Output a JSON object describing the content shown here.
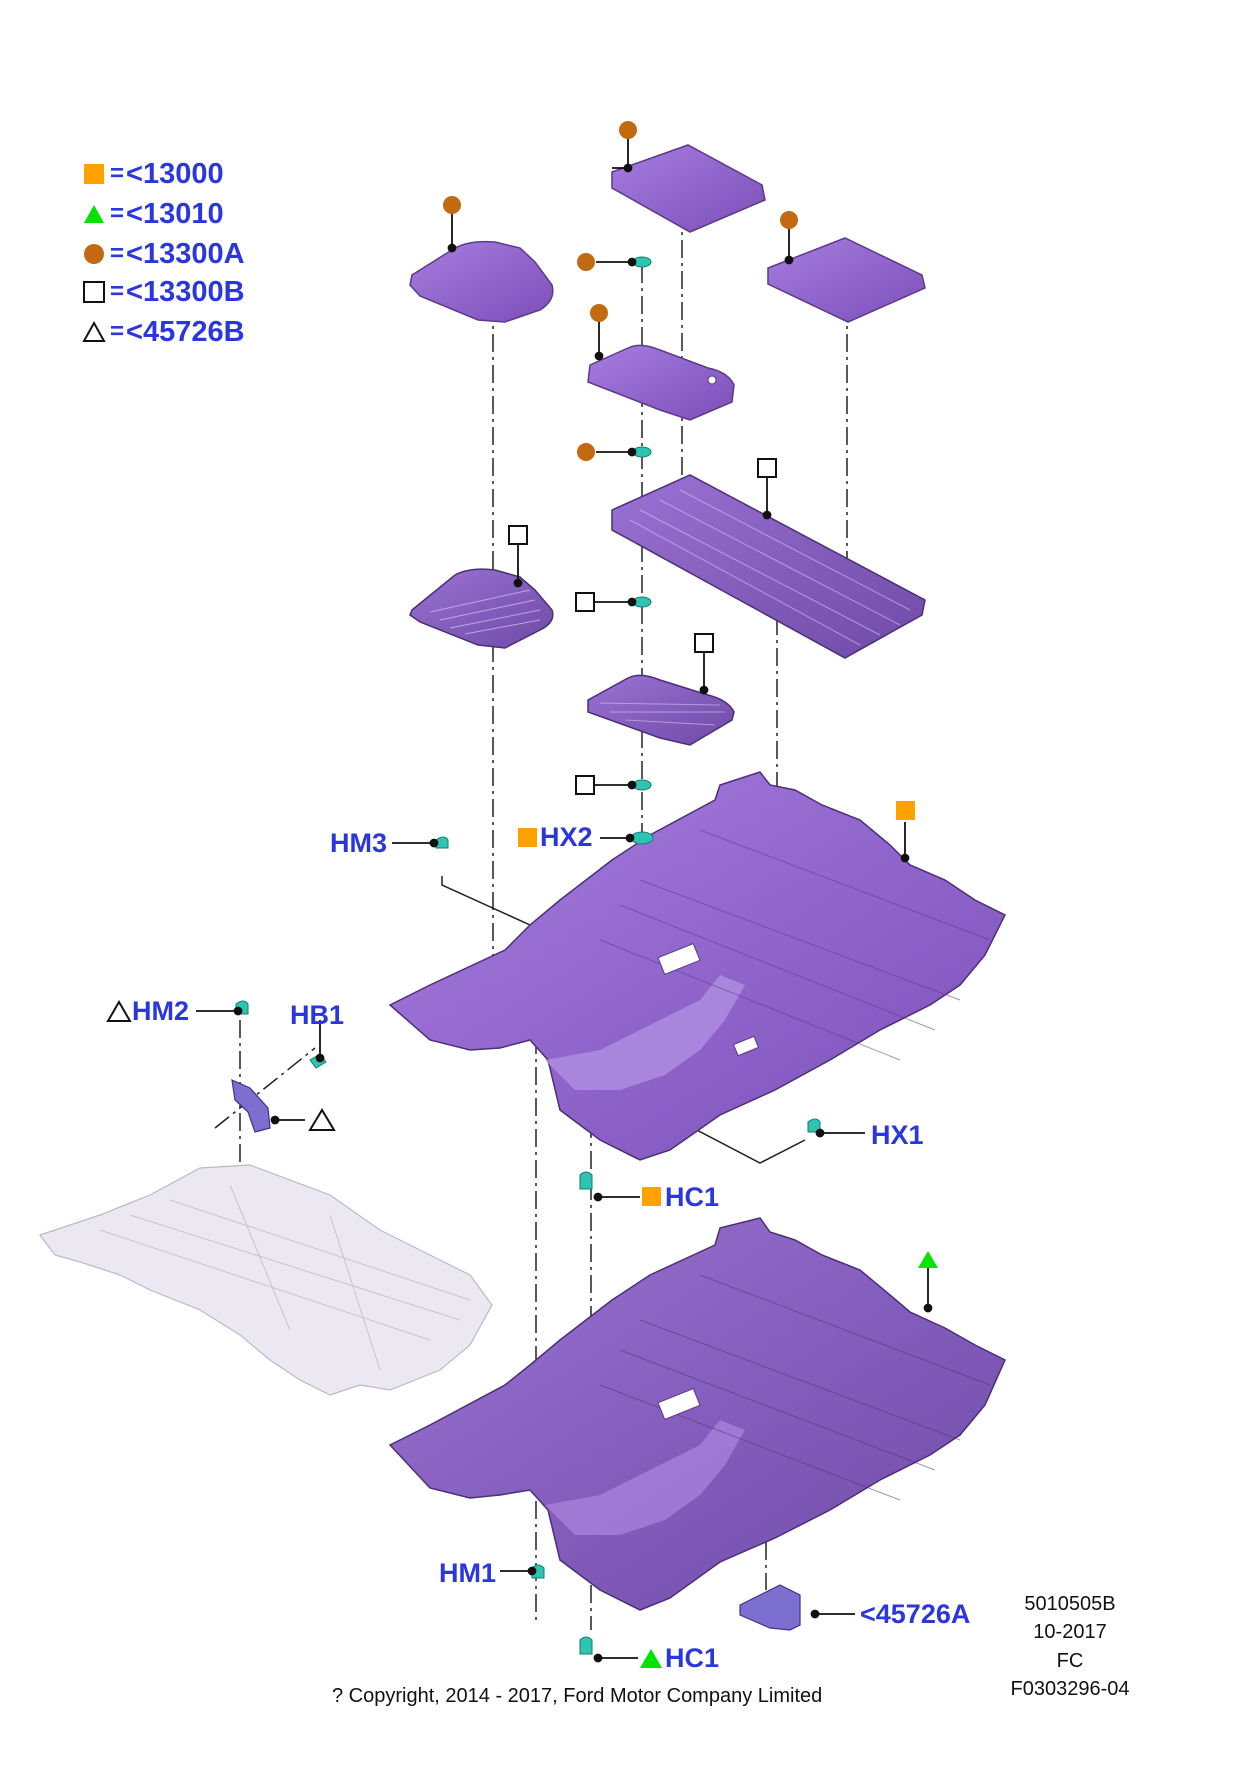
{
  "legend": [
    {
      "symbol": "orange-square",
      "code": "<13000"
    },
    {
      "symbol": "green-triangle",
      "code": "<13010"
    },
    {
      "symbol": "brown-circle",
      "code": "<13300A"
    },
    {
      "symbol": "open-square",
      "code": "<13300B"
    },
    {
      "symbol": "open-triangle",
      "code": "<45726B"
    }
  ],
  "legend_equals": "=",
  "callouts": {
    "hm3": "HM3",
    "hx2": "HX2",
    "hm2": "HM2",
    "hb1": "HB1",
    "hx1": "HX1",
    "hc1_upper": "HC1",
    "hm1": "HM1",
    "hc1_lower": "HC1",
    "part_45726a": "<45726A"
  },
  "meta": {
    "drawing_number": "5010505B",
    "date": "10-2017",
    "code": "FC",
    "reference": "F0303296-04"
  },
  "copyright": "? Copyright, 2014 - 2017, Ford Motor Company Limited",
  "colors": {
    "label_blue": "#2a36e0",
    "part_purple": "#8a5cc8",
    "part_purple_dark": "#5b3a8c",
    "fastener_teal": "#2fc4b2",
    "orange": "#ffa200",
    "green": "#00e400",
    "brown": "#c26a12",
    "ghost_grey": "#e6e2ec"
  }
}
